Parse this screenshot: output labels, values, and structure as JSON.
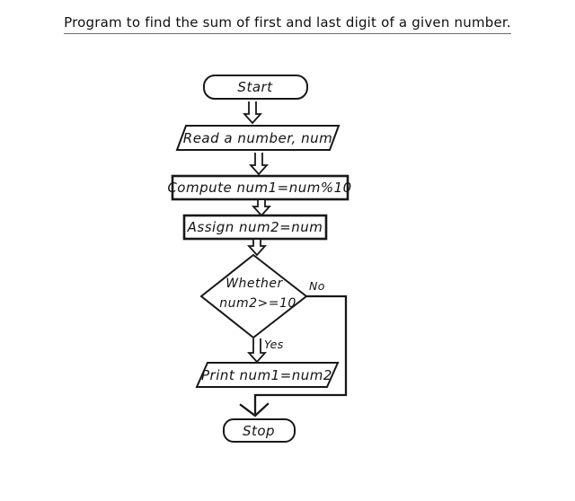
{
  "page": {
    "title": "Program to find the sum of first and last digit of a given number."
  },
  "flowchart": {
    "nodes": {
      "start": {
        "type": "terminator",
        "label": "Start"
      },
      "read": {
        "type": "io",
        "label": "Read a number, num"
      },
      "compute": {
        "type": "process",
        "label": "Compute num1=num%10"
      },
      "assign": {
        "type": "process",
        "label": "Assign num2=num"
      },
      "decision": {
        "type": "decision",
        "label_line1": "Whether",
        "label_line2": "num2>=10"
      },
      "print": {
        "type": "io",
        "label": "Print num1=num2"
      },
      "stop": {
        "type": "terminator",
        "label": "Stop"
      }
    },
    "branches": {
      "no_label": "No",
      "yes_label": "Yes"
    },
    "colors": {
      "stroke": "#181818",
      "background": "#ffffff",
      "underline": "#6e6e6e"
    }
  }
}
